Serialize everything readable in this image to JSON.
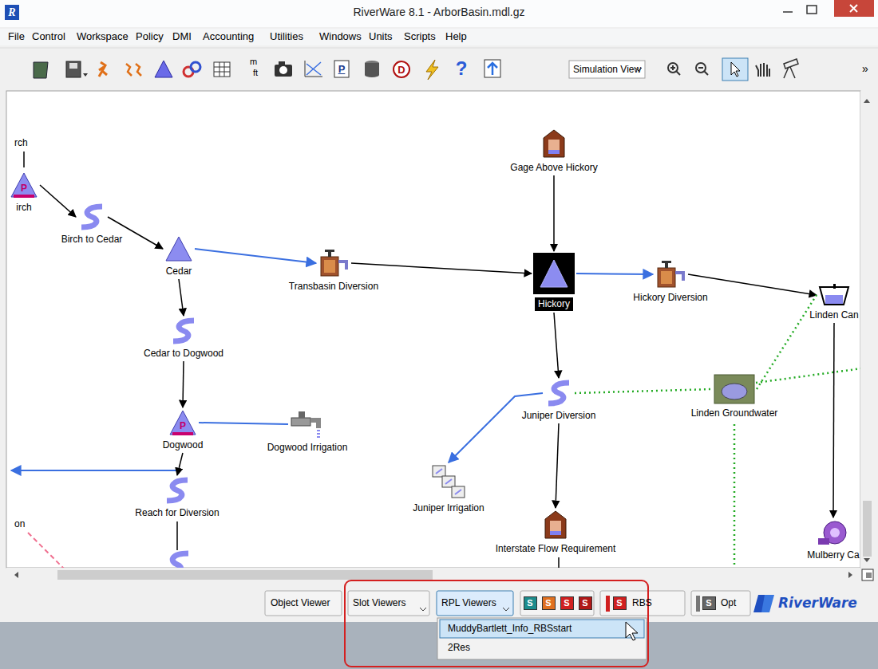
{
  "diagram": {
    "nodes": [
      {
        "text": [
          "irch"
        ]
      },
      {
        "text": [
          "Birch to Cedar"
        ]
      },
      {
        "text": [
          "Cedar"
        ]
      },
      {
        "text": [
          "Transbasin Diversion"
        ]
      },
      {
        "text": [
          "Gage Above Hickory"
        ]
      },
      {
        "text": [
          "Hickory"
        ]
      },
      {
        "text": [
          "Hickory Diversion"
        ]
      },
      {
        "text": [
          "Linden Can"
        ]
      },
      {
        "text": [
          "Cedar to Dogwood"
        ]
      },
      {
        "text": [
          "Dogwood"
        ]
      },
      {
        "text": [
          "Dogwood Irrigation"
        ]
      },
      {
        "text": [
          "Juniper Diversion"
        ]
      },
      {
        "text": [
          "Linden Groundwater"
        ]
      },
      {
        "text": [
          "Reach for Diversion"
        ]
      },
      {
        "text": [
          "Juniper Irrigation"
        ]
      },
      {
        "text": [
          "Interstate Flow Requirement"
        ]
      },
      {
        "text": [
          "Mulberry Ca"
        ]
      }
    ],
    "edges": [
      {
        "from": 0,
        "to": 1,
        "arrow": "to"
      },
      {
        "from": 1,
        "to": 2,
        "arrow": "to"
      },
      {
        "from": 2,
        "to": 3,
        "arrow": "to"
      },
      {
        "from": 3,
        "to": 5,
        "arrow": "to"
      },
      {
        "from": 4,
        "to": 5,
        "arrow": "to"
      },
      {
        "from": 5,
        "to": 6,
        "arrow": "to"
      },
      {
        "from": 6,
        "to": 7,
        "arrow": "to"
      },
      {
        "from": 2,
        "to": 8,
        "arrow": "to"
      },
      {
        "from": 8,
        "to": 9,
        "arrow": "to"
      },
      {
        "from": 9,
        "to": 10,
        "arrow": "none"
      },
      {
        "from": 5,
        "to": 11,
        "arrow": "to"
      },
      {
        "from": 11,
        "to": 14,
        "arrow": "to"
      },
      {
        "from": 11,
        "to": 15,
        "arrow": "to"
      },
      {
        "from": 11,
        "to": 12,
        "arrow": "none"
      },
      {
        "from": 12,
        "to": 7,
        "arrow": "none"
      },
      {
        "from": 7,
        "to": 16,
        "arrow": "to"
      },
      {
        "from": 9,
        "to": 13,
        "arrow": "to"
      }
    ],
    "labels": [
      "RiverWare 8.1 - ArborBasin.mdl.gz",
      "R",
      "File",
      "Control",
      "Workspace",
      "Policy",
      "DMI",
      "Accounting",
      "Utilities",
      "Windows",
      "Units",
      "Scripts",
      "Help",
      "m",
      "ft",
      "P",
      "D",
      "?",
      "Simulation View",
      "»",
      "rch",
      "P",
      "P",
      "on",
      "Object Viewer",
      "Slot Viewers",
      "RPL Viewers",
      "S",
      "S",
      "S",
      "S",
      "S",
      "RBS",
      "S",
      "Opt",
      "RiverWare",
      "MuddyBartlett_Info_RBSstart",
      "2Res"
    ]
  }
}
